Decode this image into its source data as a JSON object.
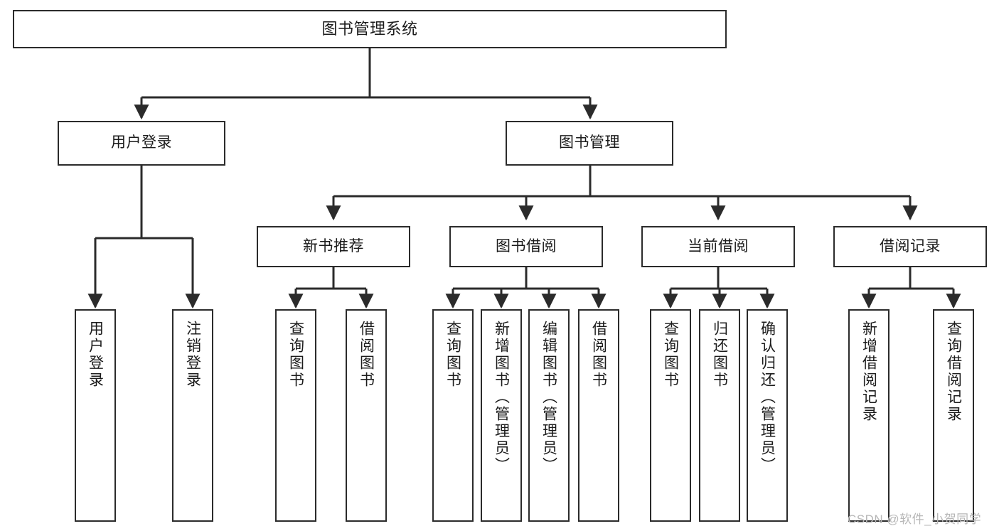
{
  "diagram": {
    "title": "图书管理系统",
    "type": "tree",
    "watermark": "CSDN @软件_小贺同学",
    "colors": {
      "stroke": "#2b2b2b",
      "fill": "#ffffff",
      "text": "#1b1b1b",
      "watermark": "#b7b7b7"
    },
    "nodes": {
      "root": {
        "label": "图书管理系统"
      },
      "level2": [
        {
          "label": "用户登录"
        },
        {
          "label": "图书管理"
        }
      ],
      "level3": [
        {
          "label": "新书推荐"
        },
        {
          "label": "图书借阅"
        },
        {
          "label": "当前借阅"
        },
        {
          "label": "借阅记录"
        }
      ],
      "leaves": {
        "user_login": [
          {
            "label": "用户登录"
          },
          {
            "label": "注销登录"
          }
        ],
        "new_book": [
          {
            "label": "查询图书"
          },
          {
            "label": "借阅图书"
          }
        ],
        "book_borrow": [
          {
            "label": "查询图书"
          },
          {
            "label": "新增图书（管理员）"
          },
          {
            "label": "编辑图书（管理员）"
          },
          {
            "label": "借阅图书"
          }
        ],
        "current_borrow": [
          {
            "label": "查询图书"
          },
          {
            "label": "归还图书"
          },
          {
            "label": "确认归还（管理员）"
          }
        ],
        "borrow_record": [
          {
            "label": "新增借阅记录"
          },
          {
            "label": "查询借阅记录"
          }
        ]
      }
    }
  }
}
